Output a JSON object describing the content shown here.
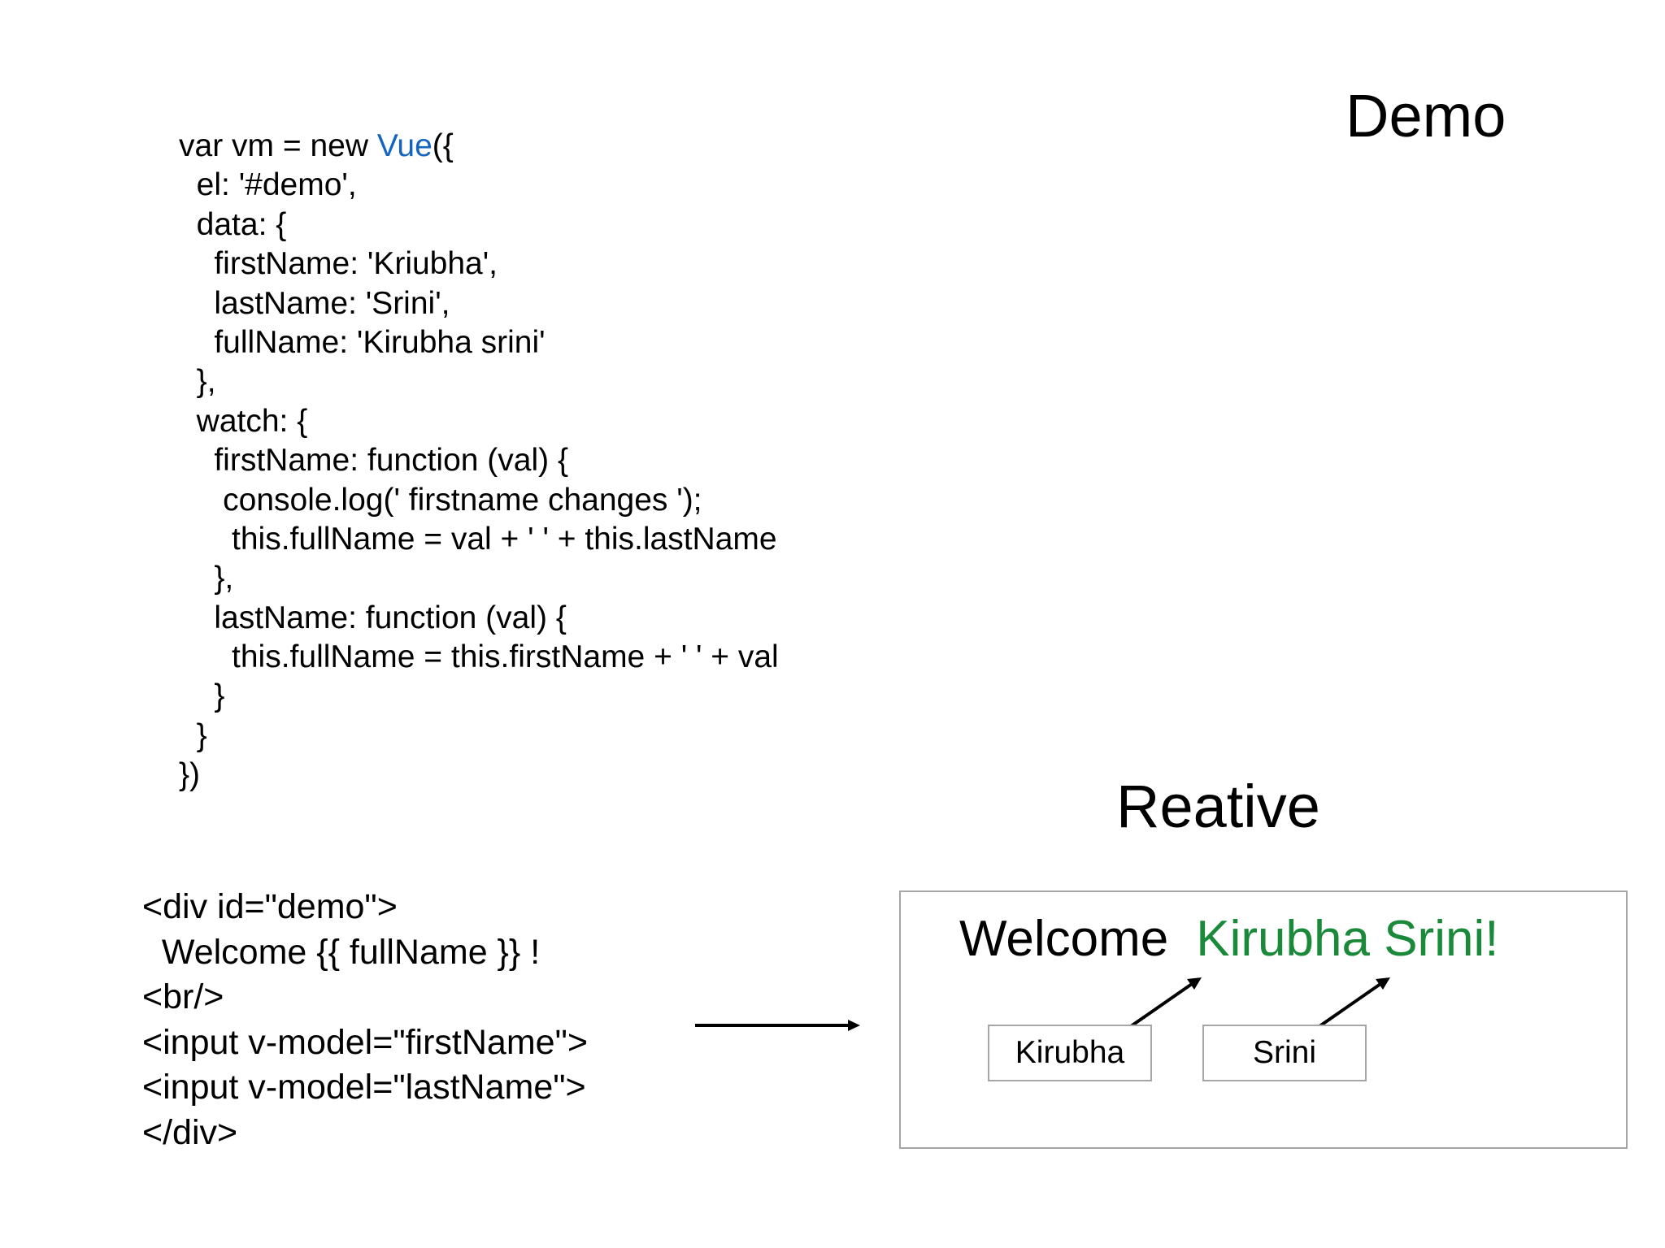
{
  "slide": {
    "title": "Demo",
    "section_title": "Reative"
  },
  "js_code": {
    "line_1_before": "var vm = new ",
    "line_1_keyword": "Vue",
    "line_1_after": "({",
    "lines": [
      "  el: '#demo',",
      "  data: {",
      "    firstName: 'Kriubha',",
      "    lastName: 'Srini',",
      "    fullName: 'Kirubha srini'",
      "  },",
      "  watch: {",
      "    firstName: function (val) {",
      "     console.log(' firstname changes ');",
      "      this.fullName = val + ' ' + this.lastName",
      "    },",
      "    lastName: function (val) {",
      "      this.fullName = this.firstName + ' ' + val",
      "    }",
      "  }",
      "})"
    ]
  },
  "html_code": {
    "lines": [
      "<div id=\"demo\">",
      "  Welcome {{ fullName }} !",
      "<br/>",
      "<input v-model=\"firstName\">",
      "<input v-model=\"lastName\">",
      "</div>"
    ]
  },
  "result": {
    "welcome_label": "Welcome",
    "full_name": "Kirubha Srini!",
    "first_name_value": "Kirubha",
    "last_name_value": "Srini",
    "name_color": "#1a8a3a"
  },
  "colors": {
    "vue_keyword": "#1565c0",
    "box_border": "#a6a6a6"
  }
}
